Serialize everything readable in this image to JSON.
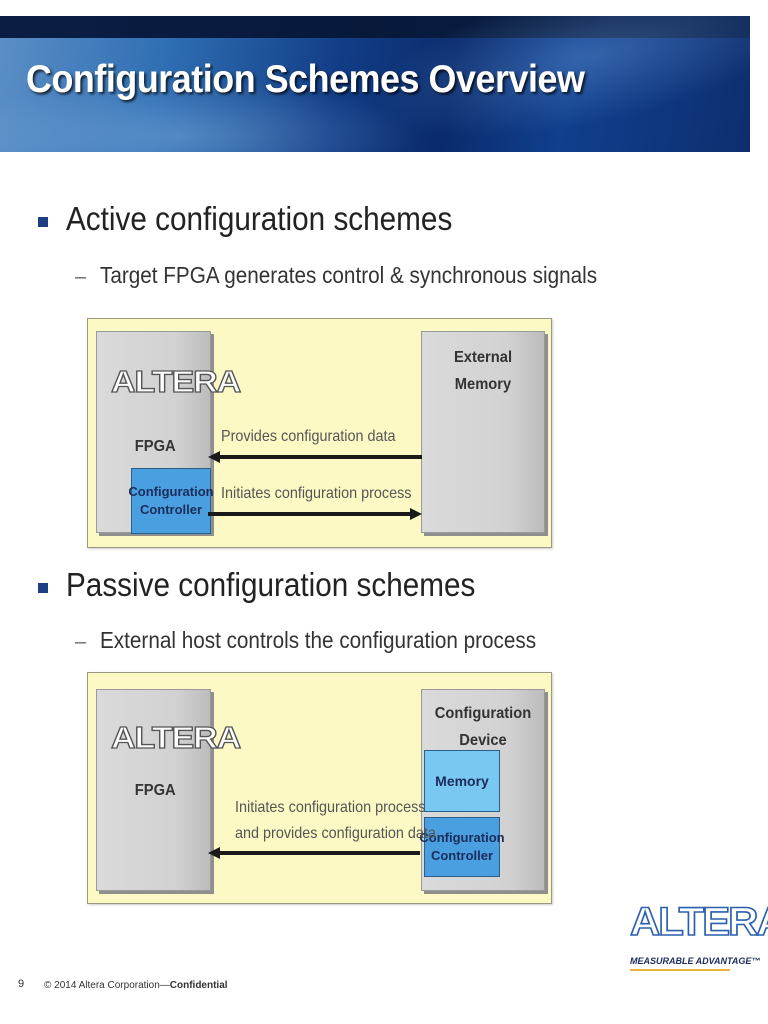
{
  "title": "Configuration Schemes Overview",
  "active": {
    "heading": "Active configuration schemes",
    "sub": "Target FPGA generates control & synchronous signals",
    "fpga_logo": "ALTERA",
    "fpga_label": "FPGA",
    "controller_label_1": "Configuration",
    "controller_label_2": "Controller",
    "memory_label_1": "External",
    "memory_label_2": "Memory",
    "arrow_top": "Provides configuration data",
    "arrow_bottom": "Initiates configuration process"
  },
  "passive": {
    "heading": "Passive configuration schemes",
    "sub": "External host controls the configuration process",
    "fpga_logo": "ALTERA",
    "fpga_label": "FPGA",
    "device_label_1": "Configuration",
    "device_label_2": "Device",
    "memory_label": "Memory",
    "controller_label_1": "Configuration",
    "controller_label_2": "Controller",
    "arrow_line_1": "Initiates configuration process",
    "arrow_line_2": "and provides configuration data"
  },
  "footer": {
    "page_number": "9",
    "copyright": "© 2014 Altera Corporation—",
    "confidential": "Confidential"
  },
  "brand": {
    "logo": "ALTERA",
    "tagline": "MEASURABLE ADVANTAGE™"
  },
  "colors": {
    "banner": "#123d86",
    "panel": "#fdf9c4",
    "bullet": "#1f3f85",
    "blue_box_dark": "#4a9fe0",
    "blue_box_light": "#79c8f2",
    "brand_blue": "#2a5fb0"
  }
}
